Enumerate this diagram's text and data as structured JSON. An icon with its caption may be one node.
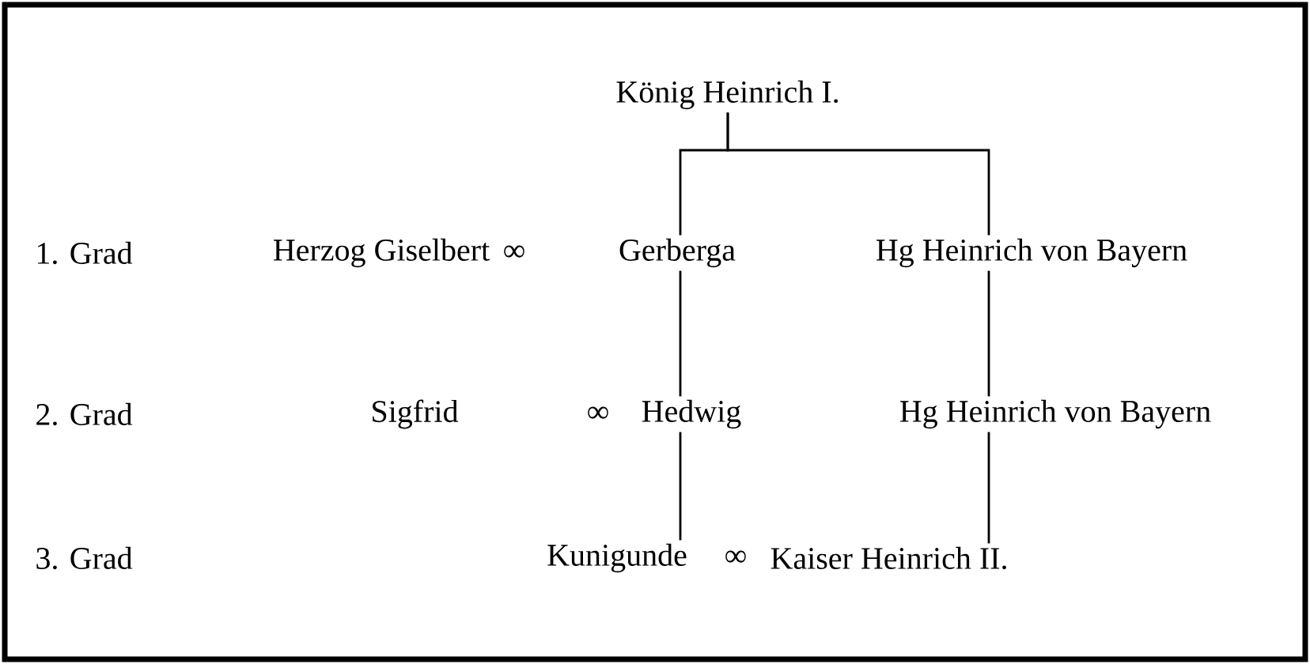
{
  "diagram": {
    "nodes": [
      {
        "text": [
          "König Heinrich I."
        ]
      },
      {
        "text": [
          "Herzog Giselbert"
        ]
      },
      {
        "text": [
          "Gerberga"
        ]
      },
      {
        "text": [
          "Hg Heinrich von Bayern"
        ]
      },
      {
        "text": [
          "Sigfrid"
        ]
      },
      {
        "text": [
          "Hedwig"
        ]
      },
      {
        "text": [
          "Hg Heinrich von Bayern"
        ]
      },
      {
        "text": [
          "Kunigunde"
        ]
      },
      {
        "text": [
          "Kaiser Heinrich II."
        ]
      }
    ],
    "edges": [
      {
        "from": 0,
        "to": 2,
        "arrow": "none"
      },
      {
        "from": 0,
        "to": 3,
        "arrow": "none"
      },
      {
        "from": 2,
        "to": 5,
        "arrow": "none"
      },
      {
        "from": 3,
        "to": 6,
        "arrow": "none"
      },
      {
        "from": 5,
        "to": 7,
        "arrow": "none"
      },
      {
        "from": 6,
        "to": 8,
        "arrow": "none"
      }
    ],
    "labels": [
      "1. Grad",
      "∞",
      "2. Grad",
      "∞",
      "3. Grad",
      "∞"
    ]
  }
}
